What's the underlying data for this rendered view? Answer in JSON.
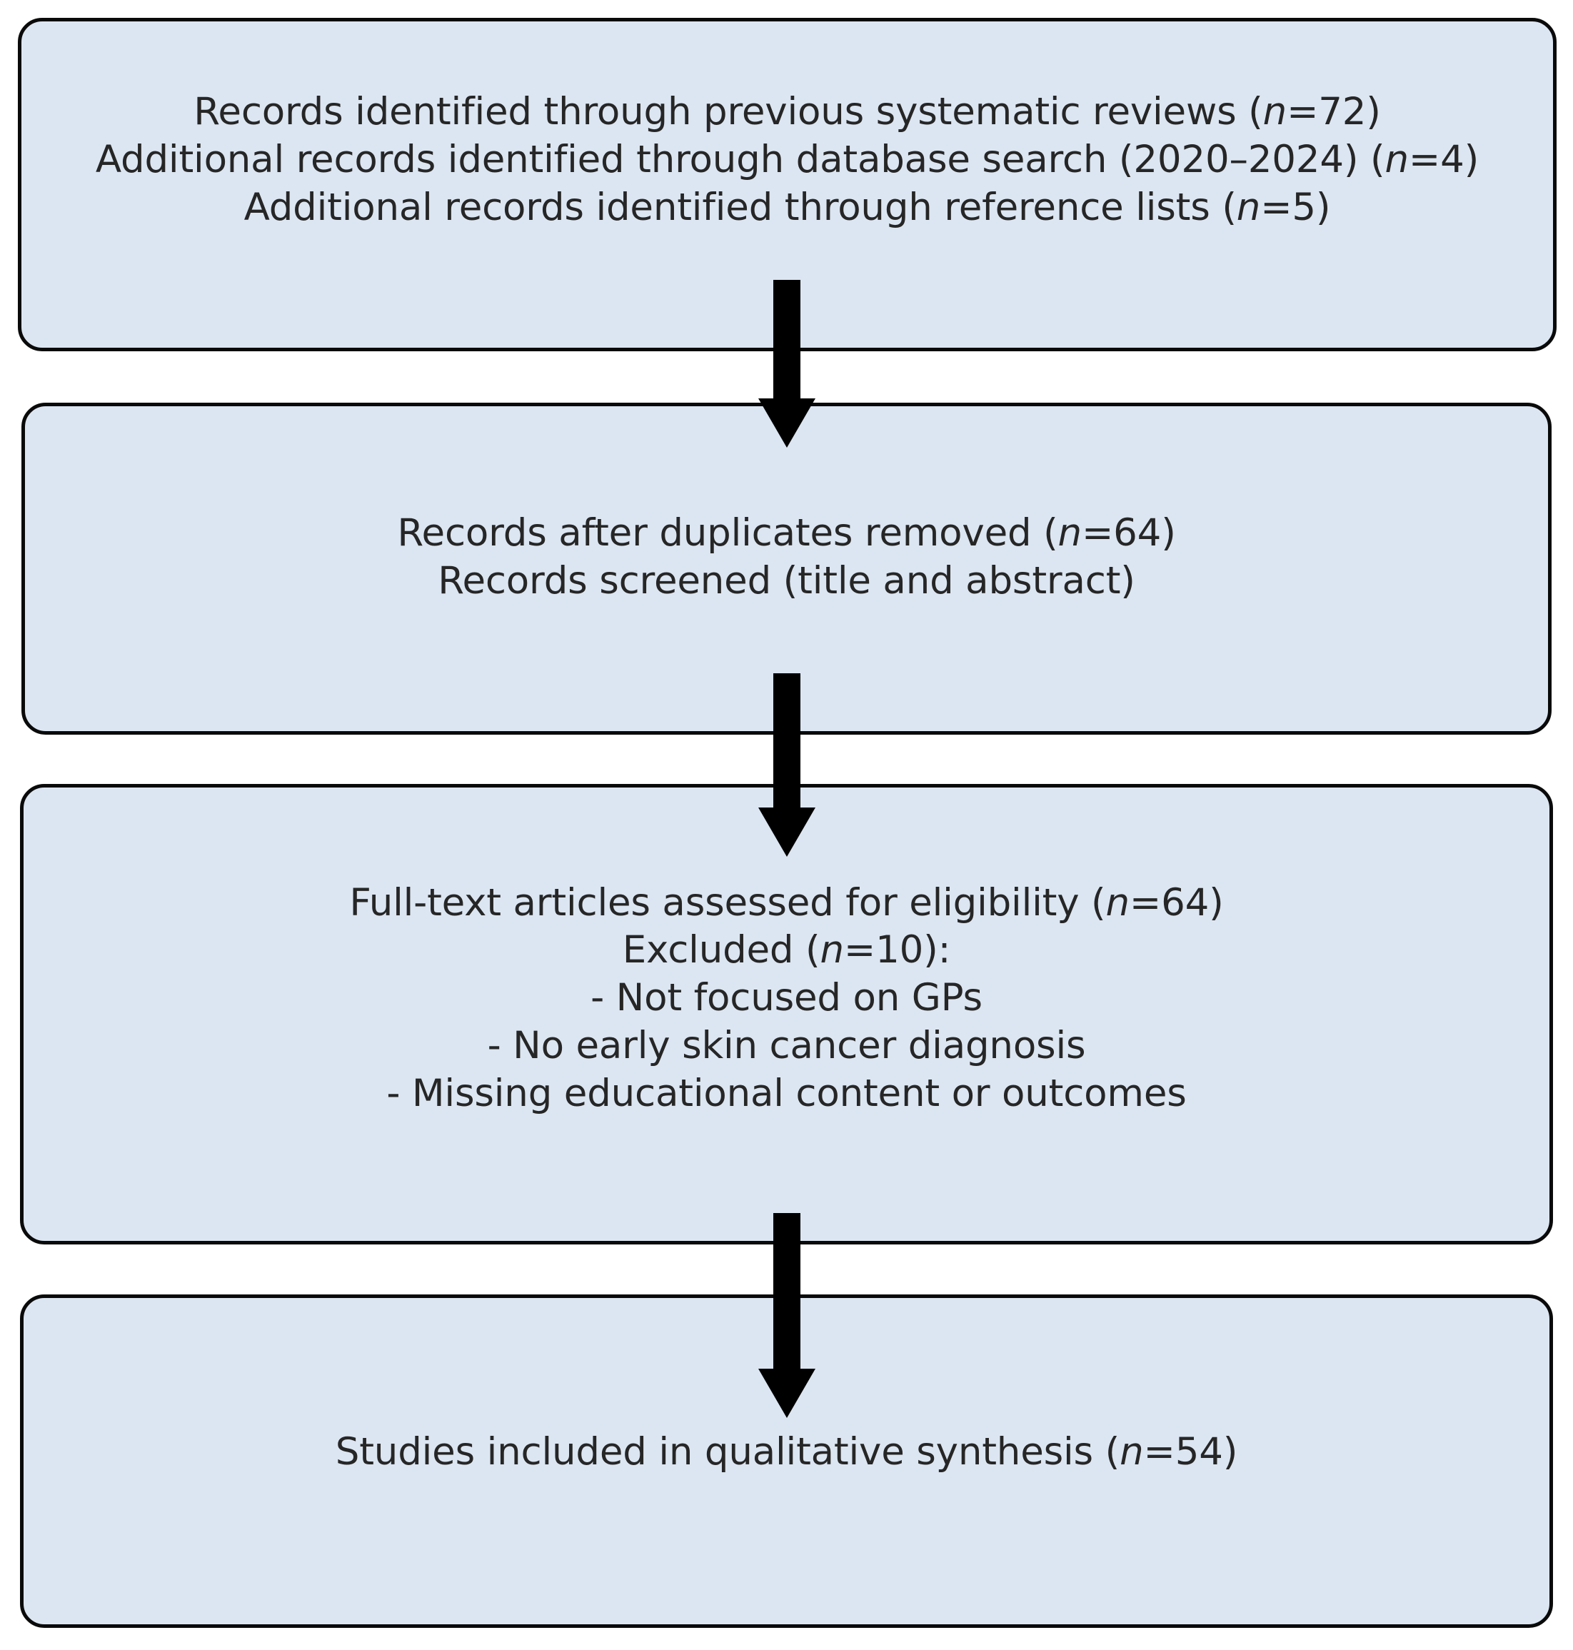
{
  "diagram": {
    "type": "prisma-flow-diagram",
    "colors": {
      "box_fill": "#dce6f2",
      "box_border": "#0a0a0a",
      "text": "#262626",
      "arrow": "#000000",
      "background": "#ffffff"
    },
    "boxes": [
      {
        "id": "identification",
        "lines": [
          "Records identified through previous systematic reviews (n=72)",
          "Additional records identified through database search (2020–2024) (n=4)",
          "Additional records identified through reference lists (n=5)"
        ],
        "line1_pre": "Records identified through previous systematic reviews (",
        "line1_n": "n",
        "line1_post": "=72)",
        "line2_pre": "Additional records identified through database search (2020–2024) (",
        "line2_n": "n",
        "line2_post": "=4)",
        "line3_pre": "Additional records identified through reference lists (",
        "line3_n": "n",
        "line3_post": "=5)"
      },
      {
        "id": "screening",
        "lines": [
          "Records after duplicates removed (n=64)",
          "Records screened (title and abstract)"
        ],
        "line1_pre": "Records after duplicates removed (",
        "line1_n": "n",
        "line1_post": "=64)",
        "line2_full": "Records screened (title and abstract)"
      },
      {
        "id": "eligibility",
        "lines": [
          "Full-text articles assessed for eligibility (n=64)",
          "Excluded (n=10):",
          "- Not focused on GPs",
          "- No early skin cancer diagnosis",
          "- Missing educational content or outcomes"
        ],
        "line1_pre": "Full-text articles assessed for eligibility (",
        "line1_n": "n",
        "line1_post": "=64)",
        "line2_pre": "Excluded (",
        "line2_n": "n",
        "line2_post": "=10):",
        "line3_full": "- Not focused on GPs",
        "line4_full": "- No early skin cancer diagnosis",
        "line5_full": "- Missing educational content or outcomes"
      },
      {
        "id": "included",
        "lines": [
          "Studies included in qualitative synthesis (n=54)"
        ],
        "line1_pre": "Studies included in qualitative synthesis (",
        "line1_n": "n",
        "line1_post": "=54)"
      }
    ],
    "arrows": [
      {
        "id": "arrow-identification-to-screening",
        "direction": "down"
      },
      {
        "id": "arrow-screening-to-eligibility",
        "direction": "down"
      },
      {
        "id": "arrow-eligibility-to-included",
        "direction": "down"
      }
    ],
    "counts": {
      "records_previous_reviews": 72,
      "records_database_search": 4,
      "records_reference_lists": 5,
      "records_after_duplicates": 64,
      "full_text_assessed": 64,
      "excluded": 10,
      "included_qualitative": 54
    }
  }
}
